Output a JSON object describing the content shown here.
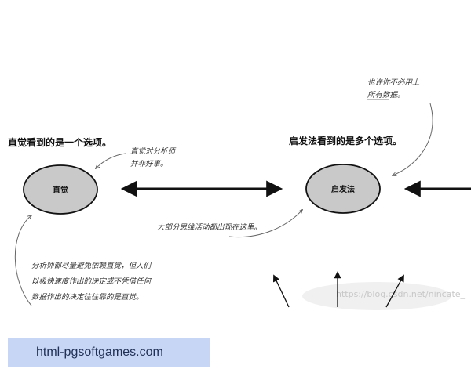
{
  "diagram": {
    "intuition_title": "直觉看到的是一个选项。",
    "heuristic_title": "启发法看到的是多个选项。",
    "intuition_node": "直觉",
    "heuristic_node": "启发法",
    "note_top_right": [
      "也许你不必用上",
      "所有数据。"
    ],
    "note_intuition": [
      "直觉对分析师",
      "并非好事。"
    ],
    "note_middle": "大部分思维活动都出现在这里。",
    "note_bottom_left": [
      "分析师都尽量避免依赖直觉，但人们",
      "以极快速度作出的决定或不凭借任何",
      "数据作出的决定往往靠的是直觉。"
    ],
    "watermark": "https://blog.csdn.net/nincate_"
  },
  "banner": {
    "text": "html-pgsoftgames.com"
  },
  "colors": {
    "node_fill": "#c9c9c9",
    "banner_bg": "#c7d6f5"
  }
}
